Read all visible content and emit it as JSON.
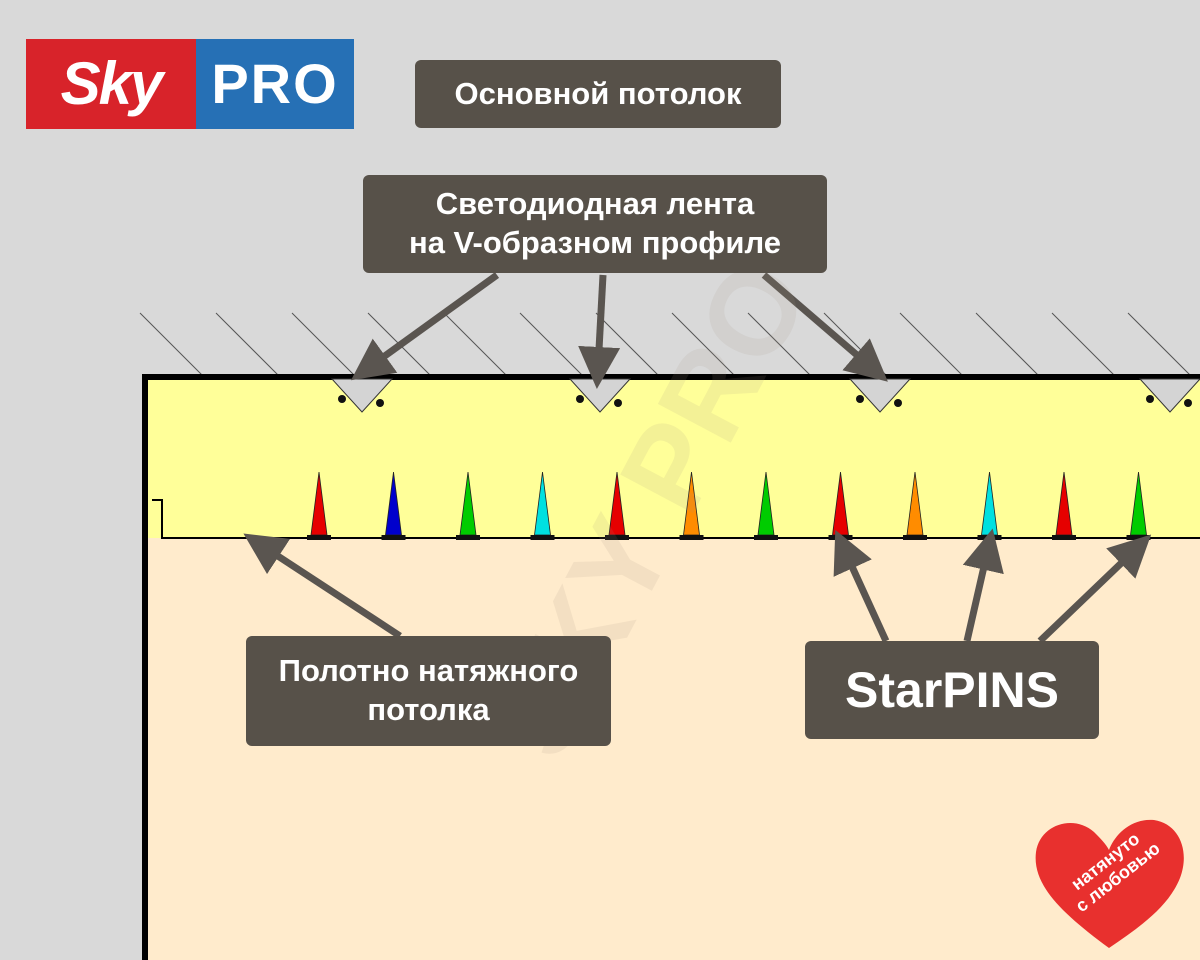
{
  "logo": {
    "sky": "Sky",
    "pro": "PRO"
  },
  "labels": {
    "main_ceiling": "Основной потолок",
    "led_line1": "Светодиодная лента",
    "led_line2": "на V-образном профиле",
    "canvas_line1": "Полотно натяжного",
    "canvas_line2": "потолка",
    "starpins": "StarPINS"
  },
  "badge": {
    "line1": "натянуто",
    "line2": "с любовью"
  },
  "watermark": "SKY PRO",
  "colors": {
    "background": "#d9d9d9",
    "ceiling_space": "#ffff99",
    "room": "#ffebcc",
    "label_bg": "#575149",
    "logo_red": "#d8232a",
    "logo_blue": "#2670b5",
    "badge_red": "#e8302e"
  },
  "pins": [
    "#e60000",
    "#0000cc",
    "#00cc00",
    "#00e0e0",
    "#e60000",
    "#ff8c00",
    "#00cc00",
    "#e60000",
    "#ff8c00",
    "#00e0e0",
    "#e60000",
    "#00cc00"
  ]
}
